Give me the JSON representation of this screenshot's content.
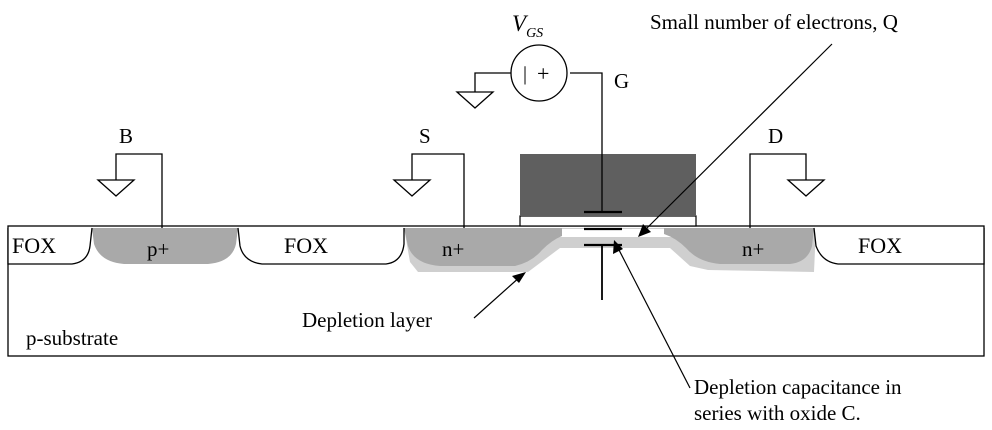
{
  "labels": {
    "vgs_main": "V",
    "vgs_sub": "GS",
    "gate": "G",
    "source": "S",
    "drain": "D",
    "body": "B",
    "fox_left": "FOX",
    "fox_middle": "FOX",
    "fox_right": "FOX",
    "p_plus": "p+",
    "n_plus_source": "n+",
    "n_plus_drain": "n+",
    "substrate": "p-substrate",
    "depletion_layer": "Depletion layer",
    "electrons_note": "Small number of electrons, Q",
    "capacitance_note_line1": "Depletion capacitance in",
    "capacitance_note_line2": "series with oxide C."
  },
  "source_symbol": {
    "positive": "+",
    "negative": "|"
  },
  "colors": {
    "gate_poly": "#5f5f5f",
    "diffusion": "#a9a9a9",
    "depletion": "#cfcfcf",
    "line": "#000000",
    "background": "#ffffff"
  }
}
